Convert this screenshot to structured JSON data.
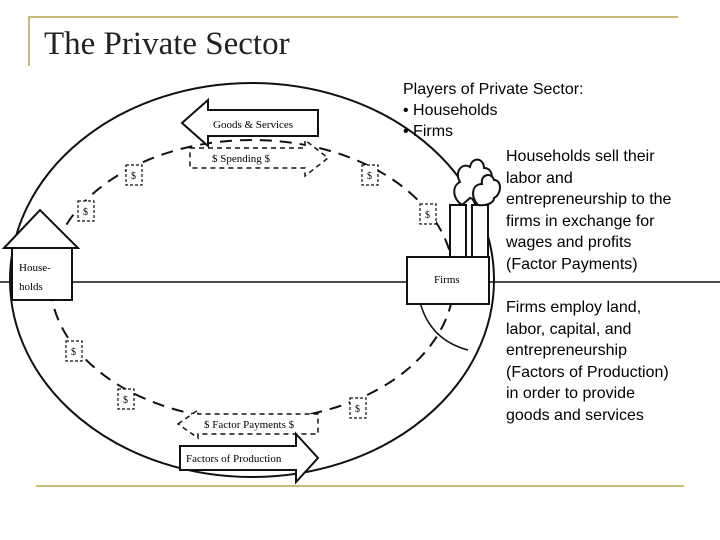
{
  "title": "The Private Sector",
  "players": {
    "heading": "Players of Private Sector:",
    "items": [
      "• Households",
      "• Firms"
    ]
  },
  "households_text": [
    "Households sell their",
    "labor and",
    "entrepreneurship to the",
    "firms in exchange for",
    "wages and profits",
    "(Factor Payments)"
  ],
  "firms_text": [
    "Firms employ land,",
    "labor, capital, and",
    "entrepreneurship",
    "(Factors of Production)",
    "in order to provide",
    "goods and services"
  ],
  "diagram": {
    "goods_services": "Goods & Services",
    "spending": "$ Spending $",
    "factor_payments": "$ Factor Payments $",
    "factors_production": "Factors of Production",
    "households": [
      "House-",
      "holds"
    ],
    "firms": "Firms",
    "dollar": "$"
  }
}
